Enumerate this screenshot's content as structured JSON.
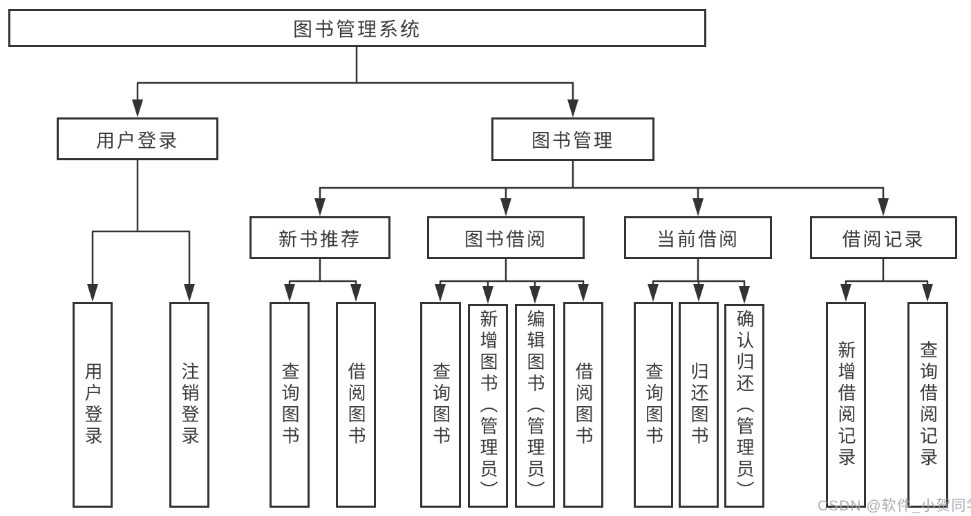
{
  "diagram": {
    "root": {
      "label": "图书管理系统"
    },
    "level2": [
      {
        "label": "用户登录"
      },
      {
        "label": "图书管理"
      }
    ],
    "level3": [
      {
        "label": "新书推荐"
      },
      {
        "label": "图书借阅"
      },
      {
        "label": "当前借阅"
      },
      {
        "label": "借阅记录"
      }
    ],
    "leaves": {
      "user_login": [
        {
          "label": "用户登录"
        },
        {
          "label": "注销登录"
        }
      ],
      "new_book_recommend": [
        {
          "label": "查询图书"
        },
        {
          "label": "借阅图书"
        }
      ],
      "book_borrowing": [
        {
          "label": "查询图书"
        },
        {
          "label": "新增图书（管理员）"
        },
        {
          "label": "编辑图书（管理员）"
        },
        {
          "label": "借阅图书"
        }
      ],
      "current_borrowing": [
        {
          "label": "查询图书"
        },
        {
          "label": "归还图书"
        },
        {
          "label": "确认归还（管理员）"
        }
      ],
      "borrowing_records": [
        {
          "label": "新增借阅记录"
        },
        {
          "label": "查询借阅记录"
        }
      ]
    },
    "watermark": "CSDN @软件_小贺同学",
    "colors": {
      "line": "#333333",
      "text": "#3a3a3a",
      "box_background": "#ffffff",
      "page_background": "#ffffff",
      "watermark": "#9ea4aa"
    }
  }
}
